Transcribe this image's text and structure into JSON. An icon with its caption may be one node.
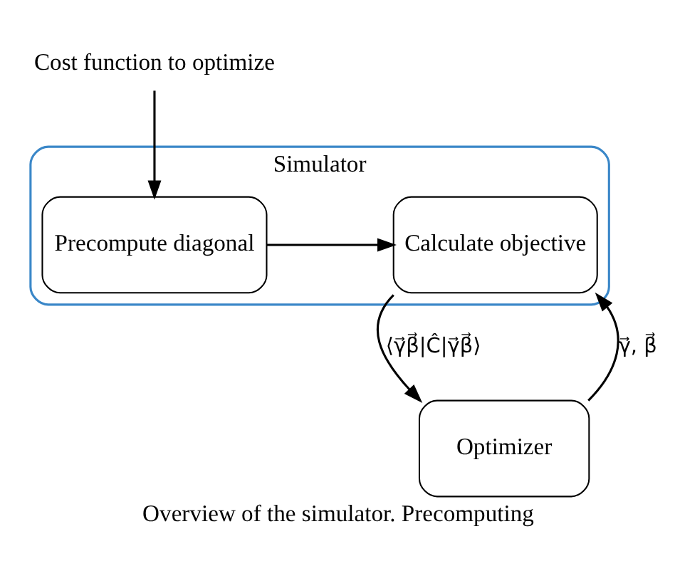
{
  "diagram": {
    "caption": "Overview of the simulator. Precomputing",
    "nodes": [
      {
        "text": [
          "Cost function to optimize"
        ]
      },
      {
        "text": [
          "Simulator"
        ]
      },
      {
        "text": [
          "Precompute diagonal"
        ],
        "in": 1
      },
      {
        "text": [
          "Calculate objective"
        ],
        "in": 1
      },
      {
        "text": [
          "Optimizer"
        ]
      }
    ],
    "edges": [
      {
        "from": 0,
        "to": 2,
        "arrow": "to"
      },
      {
        "from": 2,
        "to": 3,
        "arrow": "to"
      },
      {
        "from": 3,
        "to": 4,
        "arrow": "to",
        "label": "⟨γ⃗β⃗|Ĉ|γ⃗β⃗⟩"
      },
      {
        "from": 4,
        "to": 3,
        "arrow": "to",
        "label": "γ⃗, β⃗"
      }
    ]
  }
}
